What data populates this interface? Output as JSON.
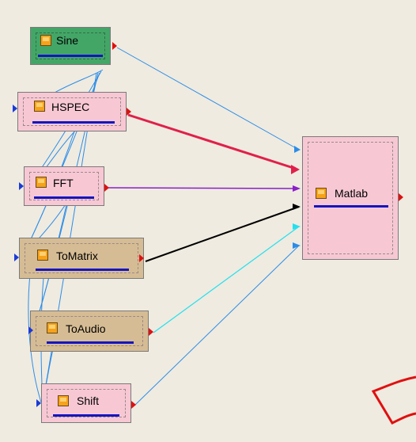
{
  "canvas": {
    "background": "#efebe0",
    "colors": {
      "generator_node": "#43a667",
      "processor_node": "#f7c8d4",
      "converter_node": "#d6bc94",
      "wire_default": "#2c8ce8",
      "wire_hspec": "#e0204a",
      "wire_fft": "#8a20c8",
      "wire_tomatrix": "#000000",
      "wire_toaudio": "#22e0f0",
      "output_port": "#e01010",
      "input_port": "#1a3ad8"
    }
  },
  "nodes": {
    "sine": {
      "label": "Sine"
    },
    "hspec": {
      "label": "HSPEC"
    },
    "fft": {
      "label": "FFT"
    },
    "tomatrix": {
      "label": "ToMatrix"
    },
    "toaudio": {
      "label": "ToAudio"
    },
    "shift": {
      "label": "Shift"
    },
    "matlab": {
      "label": "Matlab"
    }
  }
}
